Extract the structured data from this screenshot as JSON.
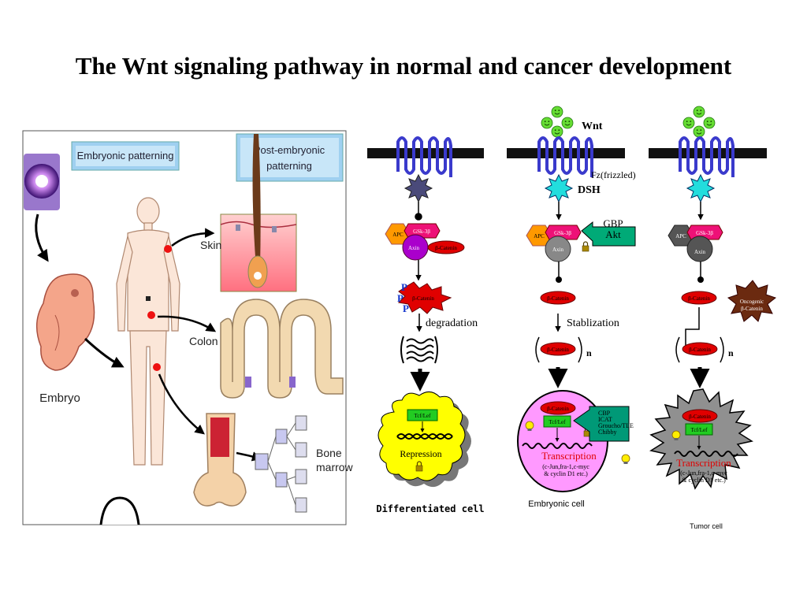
{
  "title": "The Wnt signaling pathway in normal and cancer development",
  "left_panel": {
    "embryonic_label": "Embryonic patterning",
    "post_embryonic_label": [
      "Post-embryonic",
      "patterning"
    ],
    "embryo_label": "Embryo",
    "skin_label": "Skin",
    "colon_label": "Colon",
    "bone_marrow_label": [
      "Bone",
      "marrow"
    ]
  },
  "pathway": {
    "wnt_label": "Wnt",
    "fz_label": "Fz(frizzled)",
    "dsh_label": "DSH",
    "apc": "APC",
    "gsk": "GSk-3β",
    "axin": "Axin",
    "bcat": "β-Catenin",
    "gbp_akt": [
      "GBP",
      "Akt"
    ],
    "p_letter": "P",
    "degradation": "degradation",
    "stabilization": "Stablization",
    "n_label": "n",
    "tcf_lef": "Tcf/Lef",
    "repression": "Repression",
    "cbp_box": [
      "CBP",
      "ICAT",
      "Groucho/TLE",
      "Chibby"
    ],
    "transcription": "Transcription",
    "targets": [
      "(c-Jun,fra-1,c-myc",
      "& cyclin D1 etc.)"
    ],
    "oncogenic": [
      "Oncogenic",
      "β-Catenin"
    ],
    "differentiated_cell": "Differentiated cell",
    "embryonic_cell": "Embryonic cell",
    "tumor_cell": "Tumor cell"
  },
  "colors": {
    "membrane": "#111111",
    "receptor": "#3a3acc",
    "bcatenin": "#e00000",
    "repression_cell": "#ffff00",
    "embryonic_cell": "#ff99ff",
    "tumor_cell": "#909090",
    "tcf": "#22cc22",
    "gbp_box": "#00aa77",
    "cbp_box": "#009977",
    "oncogenic": "#6b2a10"
  }
}
